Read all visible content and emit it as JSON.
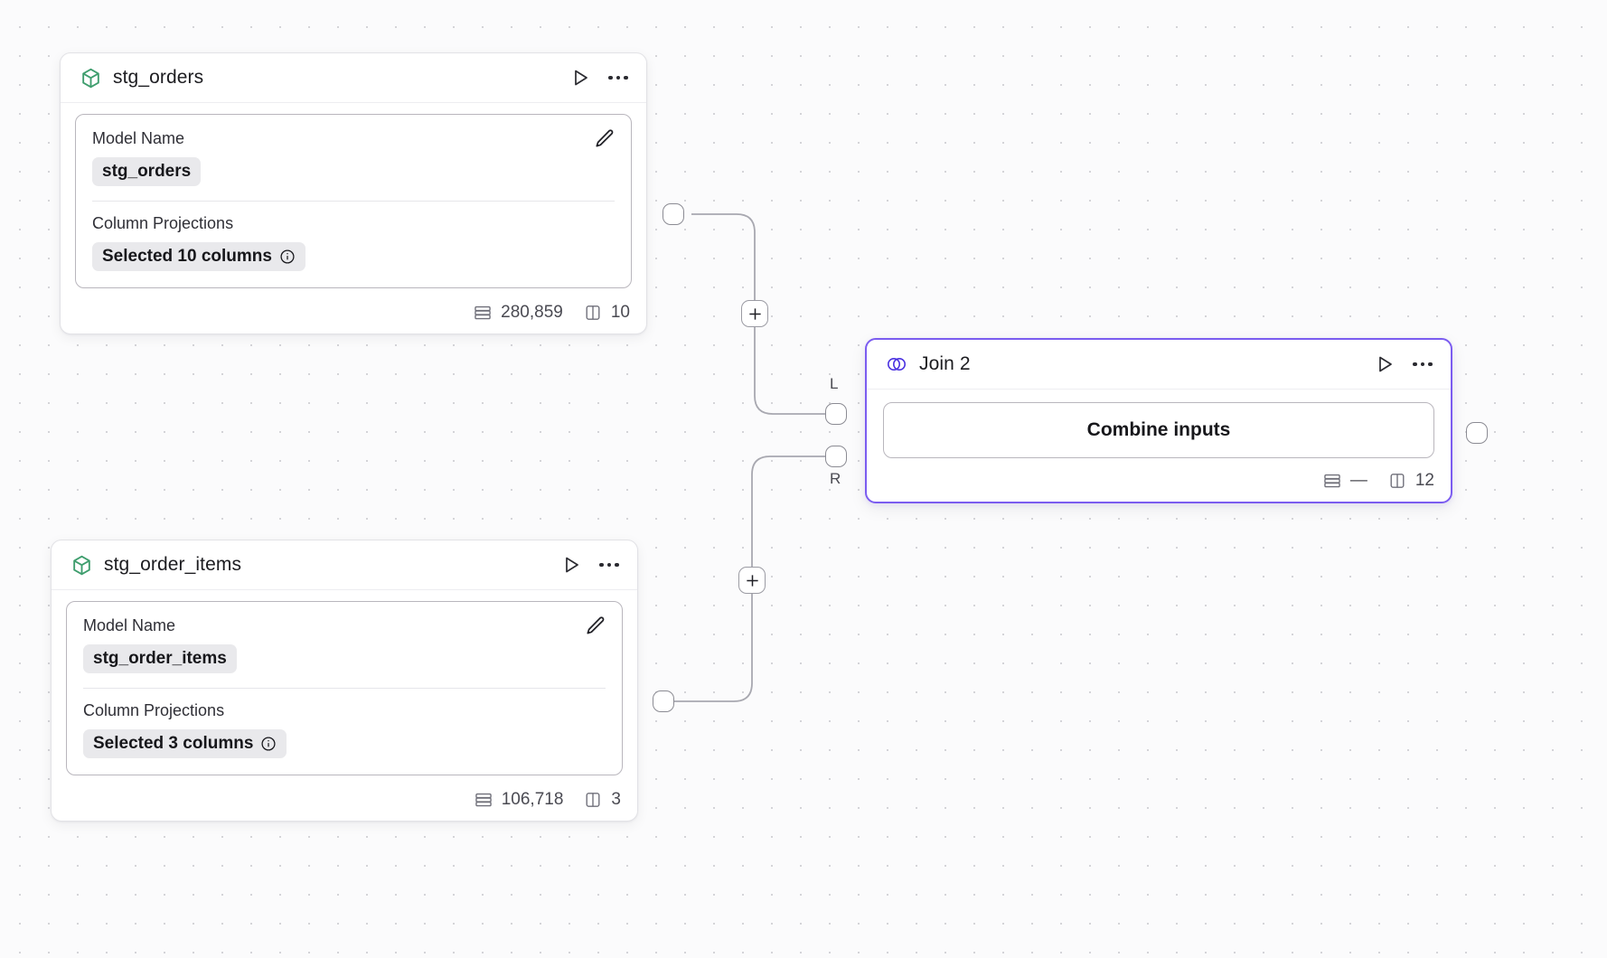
{
  "canvas": {
    "background_color": "#fbfbfc",
    "dot_color": "#d4d4d8",
    "accent_color": "#7b5cf0",
    "model_icon_color": "#3f9e6e"
  },
  "nodes": [
    {
      "id": "stg_orders",
      "title": "stg_orders",
      "icon": "cube-icon",
      "run_label": "Run",
      "more_label": "More options",
      "fields": {
        "model_name_label": "Model Name",
        "model_name_value": "stg_orders",
        "column_projections_label": "Column Projections",
        "column_projections_value": "Selected 10 columns"
      },
      "stats": {
        "rows": "280,859",
        "columns": "10"
      }
    },
    {
      "id": "stg_order_items",
      "title": "stg_order_items",
      "icon": "cube-icon",
      "run_label": "Run",
      "more_label": "More options",
      "fields": {
        "model_name_label": "Model Name",
        "model_name_value": "stg_order_items",
        "column_projections_label": "Column Projections",
        "column_projections_value": "Selected 3 columns"
      },
      "stats": {
        "rows": "106,718",
        "columns": "3"
      }
    },
    {
      "id": "join_2",
      "title": "Join 2",
      "icon": "venn-join-icon",
      "selected": true,
      "run_label": "Run",
      "more_label": "More options",
      "combine_label": "Combine inputs",
      "ports": {
        "left": "L",
        "right": "R"
      },
      "stats": {
        "rows": "—",
        "columns": "12"
      }
    }
  ],
  "edge_buttons": [
    {
      "label": "+",
      "name": "add-node-on-edge-top"
    },
    {
      "label": "+",
      "name": "add-node-on-edge-bottom"
    }
  ]
}
